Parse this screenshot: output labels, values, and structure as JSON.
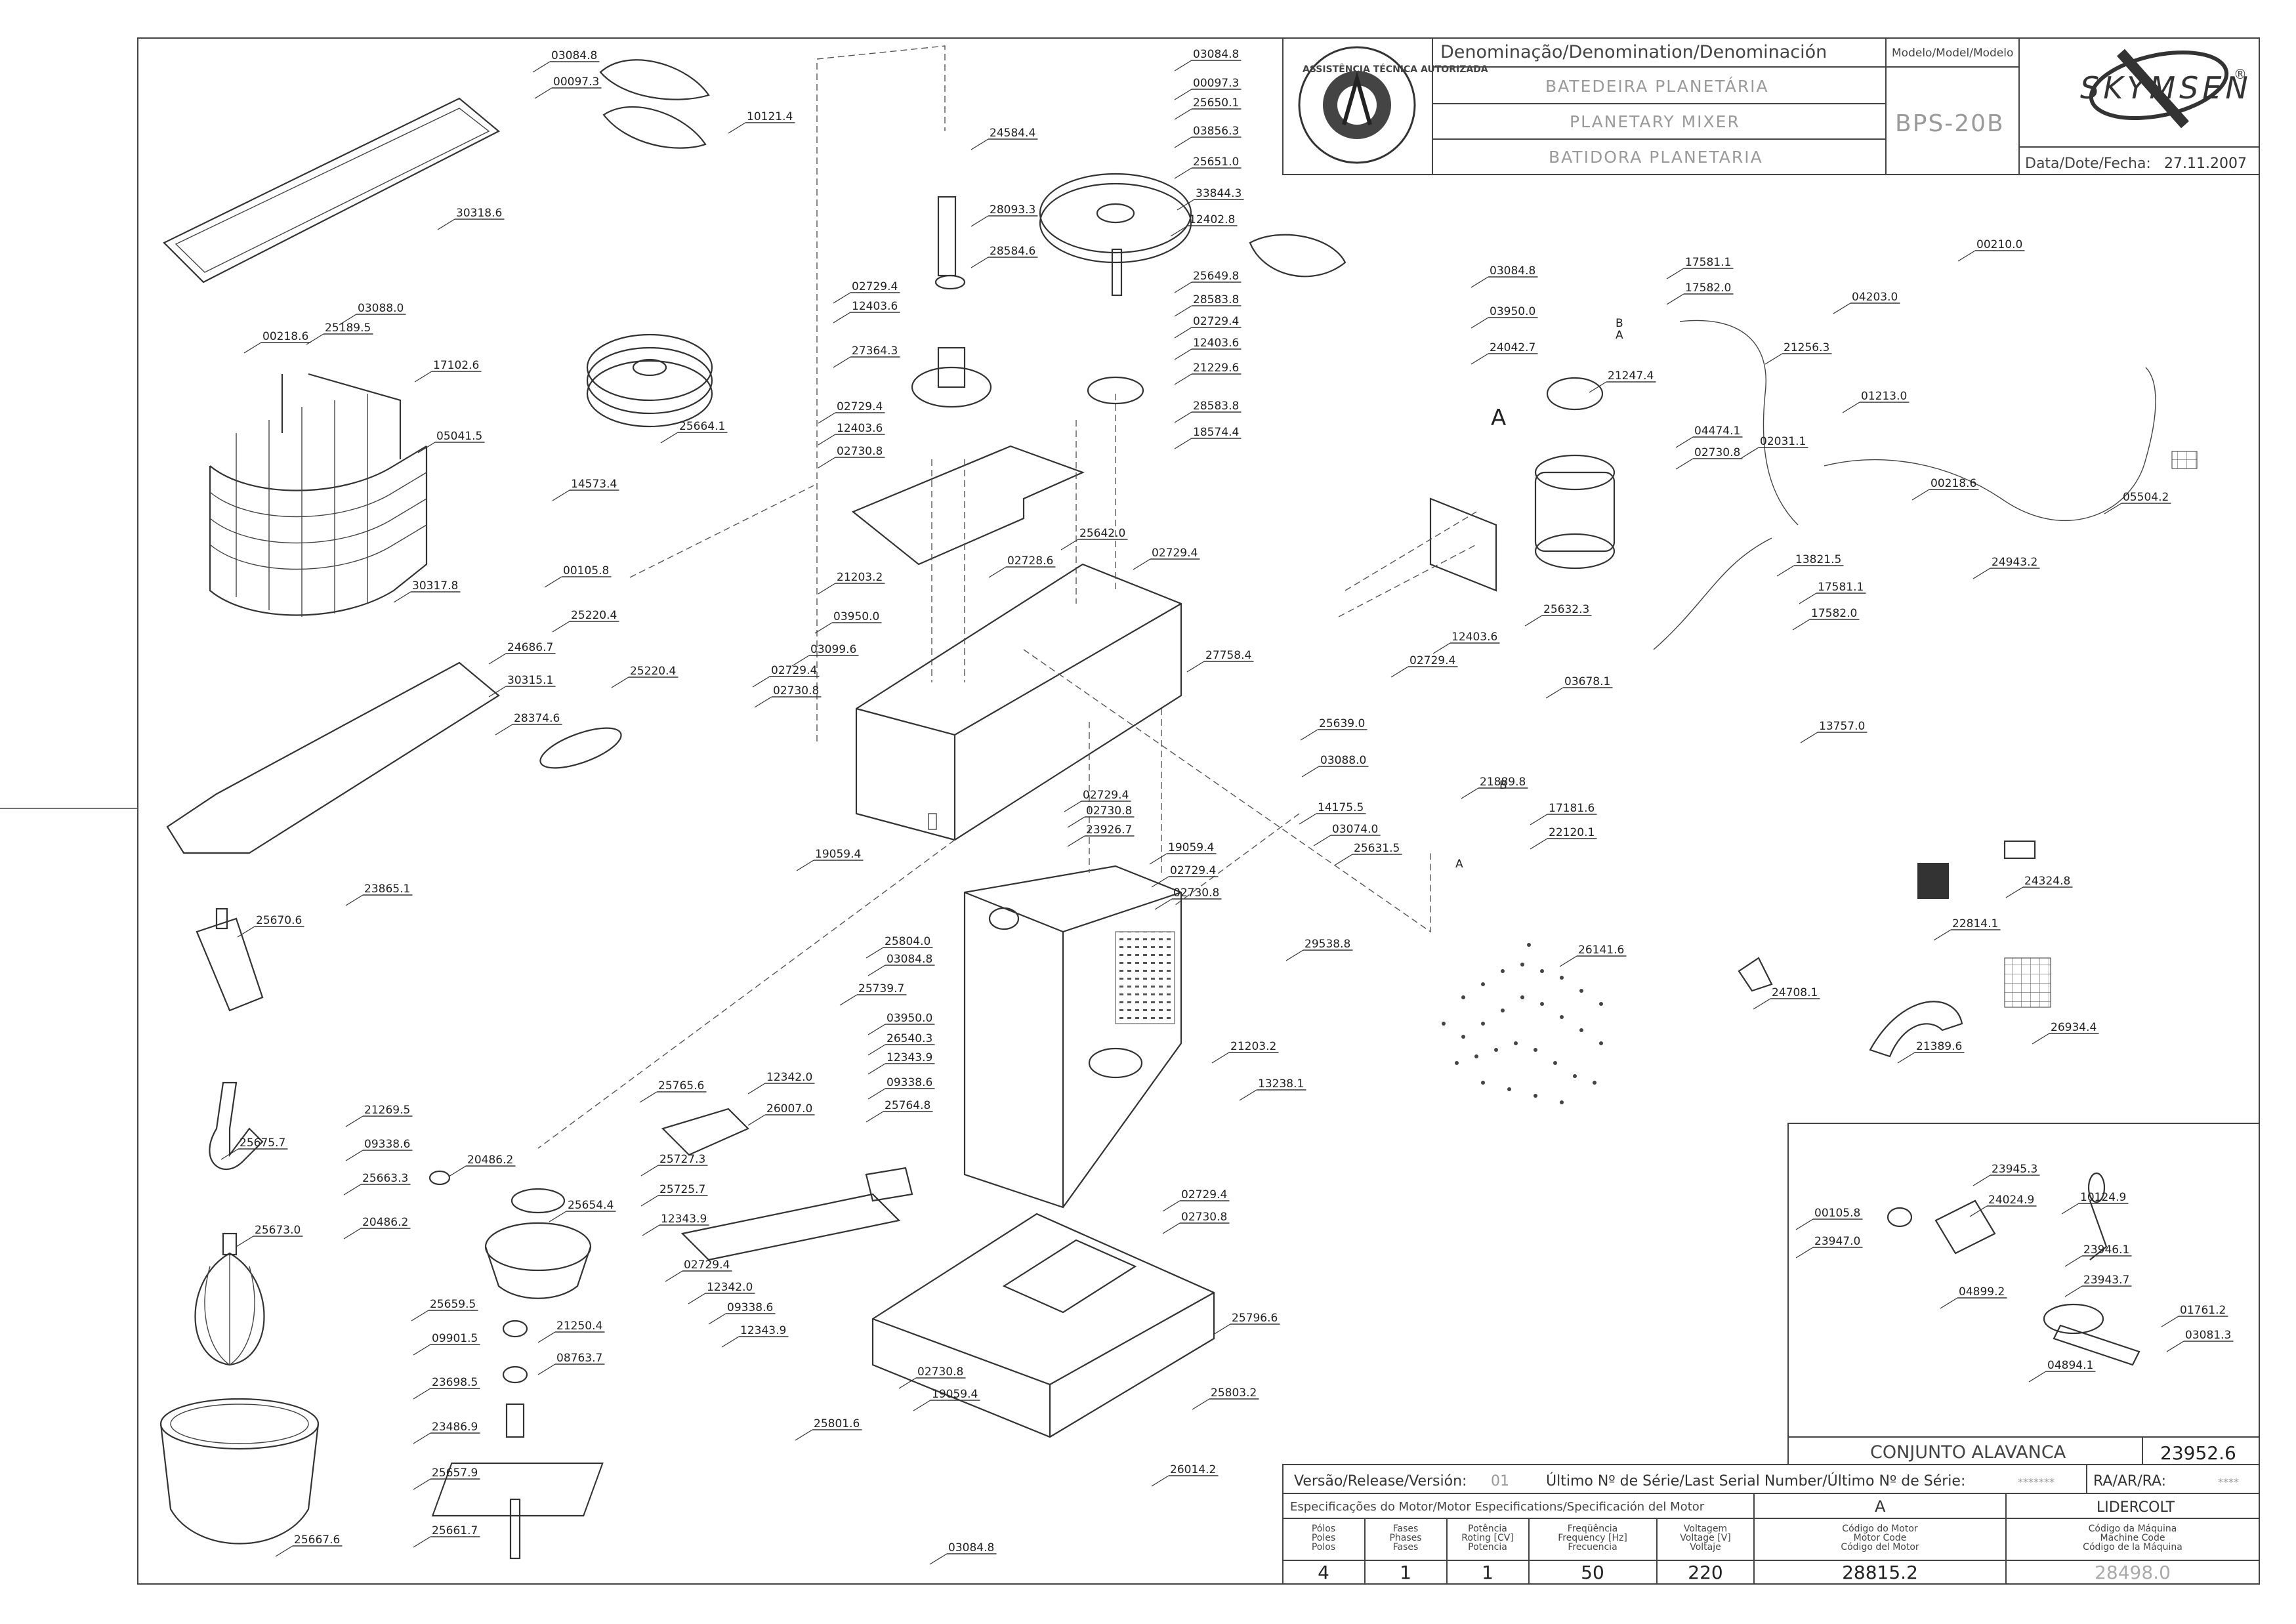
{
  "title_block": {
    "denomination_header": "Denominação/Denomination/Denominación",
    "name_pt": "BATEDEIRA PLANETÁRIA",
    "name_en": "PLANETARY MIXER",
    "name_es": "BATIDORA PLANETARIA",
    "model_header": "Modelo/Model/Modelo",
    "model": "BPS-20B",
    "date_label": "Data/Dote/Fecha:",
    "date": "27.11.2007",
    "brand": "SKYMSEN",
    "seal_text": "ASSISTÊNCIA TÉCNICA AUTORIZADA"
  },
  "release_row": {
    "version_label": "Versão/Release/Versión:",
    "version": "01",
    "serial_label": "Último Nº de Série/Last Serial Number/Último Nº de Série:",
    "serial": "*******",
    "ra_label": "RA/AR/RA:",
    "ra": "****"
  },
  "motor_spec": {
    "header": "Especificações do Motor/Motor Especifications/Specificación del Motor",
    "motor_letter": "A",
    "supplier": "LIDERCOLT",
    "columns": [
      {
        "l1": "Pólos",
        "l2": "Poles",
        "l3": "Polos",
        "value": "4"
      },
      {
        "l1": "Fases",
        "l2": "Phases",
        "l3": "Fases",
        "value": "1"
      },
      {
        "l1": "Potência",
        "l2": "Roting [CV]",
        "l3": "Potencia",
        "value": "1"
      },
      {
        "l1": "Freqüência",
        "l2": "Frequency [Hz]",
        "l3": "Frecuencia",
        "value": "50"
      },
      {
        "l1": "Voltagem",
        "l2": "Voltage [V]",
        "l3": "Voltaje",
        "value": "220"
      },
      {
        "l1": "Código do Motor",
        "l2": "Motor Code",
        "l3": "Código del Motor",
        "value": "28815.2"
      },
      {
        "l1": "Código da Máquina",
        "l2": "Machine Code",
        "l3": "Código de la Máquina",
        "value": "28498.0"
      }
    ]
  },
  "inset": {
    "title": "CONJUNTO ALAVANCA",
    "code": "23952.6"
  },
  "markers": [
    "A",
    "A",
    "B",
    "A",
    "A"
  ],
  "part_labels": [
    "10121.4",
    "30318.6",
    "03084.8",
    "00097.3",
    "25664.1",
    "14573.4",
    "00105.8",
    "24584.4",
    "28093.3",
    "28584.6",
    "02729.4",
    "12403.6",
    "27364.3",
    "02729.4",
    "12403.6",
    "02730.8",
    "25642.0",
    "02728.6",
    "21203.2",
    "03950.0",
    "03099.6",
    "02729.4",
    "02730.8",
    "02729.4",
    "27758.4",
    "03084.8",
    "00097.3",
    "25650.1",
    "03856.3",
    "25651.0",
    "33844.3",
    "12402.8",
    "25649.8",
    "28583.8",
    "02729.4",
    "12403.6",
    "21229.6",
    "28583.8",
    "18574.4",
    "00218.6",
    "25189.5",
    "03088.0",
    "17102.6",
    "05041.5",
    "30317.8",
    "25220.4",
    "25220.4",
    "24686.7",
    "30315.1",
    "28374.6",
    "23865.1",
    "25670.6",
    "25675.7",
    "25673.0",
    "25667.6",
    "03084.8",
    "03950.0",
    "24042.7",
    "21247.4",
    "04474.1",
    "02730.8",
    "25632.3",
    "12403.6",
    "02729.4",
    "03678.1",
    "17581.1",
    "17582.0",
    "21256.3",
    "02031.1",
    "01213.0",
    "04203.0",
    "00210.0",
    "00218.6",
    "05504.2",
    "24943.2",
    "13821.5",
    "17581.1",
    "17582.0",
    "13757.0",
    "25639.0",
    "03088.0",
    "14175.5",
    "03074.0",
    "25631.5",
    "21889.8",
    "17181.6",
    "22120.1",
    "19059.4",
    "02729.4",
    "02730.8",
    "23926.7",
    "19059.4",
    "02729.4",
    "02730.8",
    "29538.8",
    "26141.6",
    "24324.8",
    "22814.1",
    "24708.1",
    "26934.4",
    "21389.6",
    "25804.0",
    "03084.8",
    "25739.7",
    "03950.0",
    "26540.3",
    "12343.9",
    "09338.6",
    "21203.2",
    "13238.1",
    "25765.6",
    "12342.0",
    "26007.0",
    "25764.8",
    "25727.3",
    "25725.7",
    "12343.9",
    "02729.4",
    "12342.0",
    "09338.6",
    "12343.9",
    "02729.4",
    "02730.8",
    "21269.5",
    "09338.6",
    "25663.3",
    "20486.2",
    "20486.2",
    "25654.4",
    "25659.5",
    "21250.4",
    "09901.5",
    "08763.7",
    "23698.5",
    "23486.9",
    "25657.9",
    "25661.7",
    "25796.6",
    "02730.8",
    "19059.4",
    "25801.6",
    "25803.2",
    "26014.2",
    "03084.8",
    "23945.3",
    "10124.9",
    "24024.9",
    "00105.8",
    "23947.0",
    "23946.1",
    "23943.7",
    "04899.2",
    "01761.2",
    "03081.3",
    "04894.1"
  ]
}
